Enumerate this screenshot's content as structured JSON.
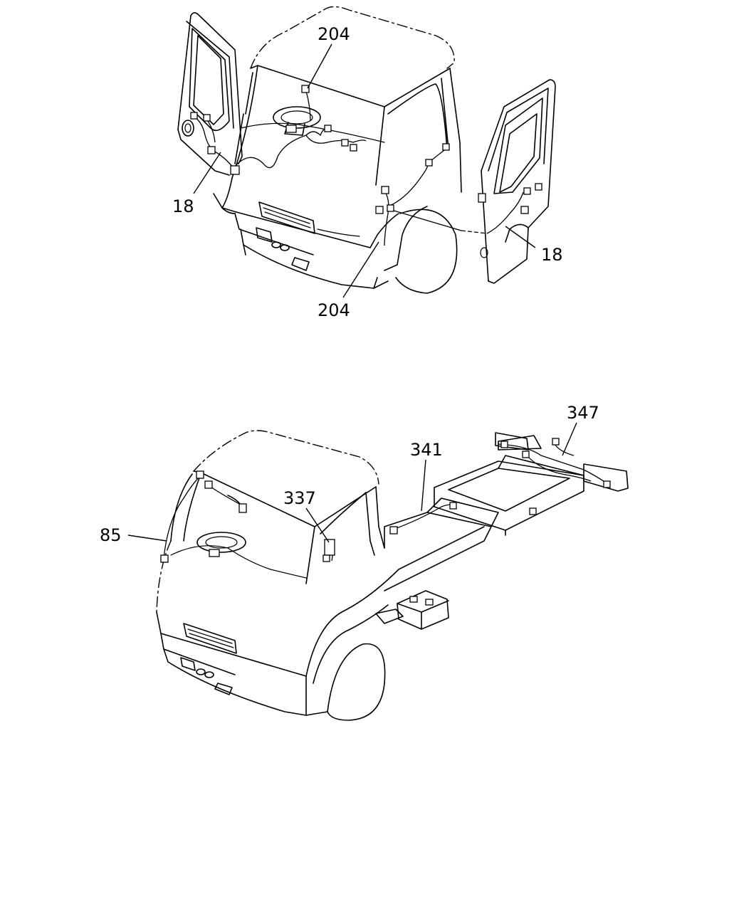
{
  "diagram": {
    "top": {
      "callouts": [
        {
          "id": "c204a",
          "label": "204"
        },
        {
          "id": "c18a",
          "label": "18"
        },
        {
          "id": "c18b",
          "label": "18"
        },
        {
          "id": "c204b",
          "label": "204"
        }
      ]
    },
    "bottom": {
      "callouts": [
        {
          "id": "c347",
          "label": "347"
        },
        {
          "id": "c341",
          "label": "341"
        },
        {
          "id": "c337",
          "label": "337"
        },
        {
          "id": "c85",
          "label": "85"
        }
      ]
    }
  }
}
